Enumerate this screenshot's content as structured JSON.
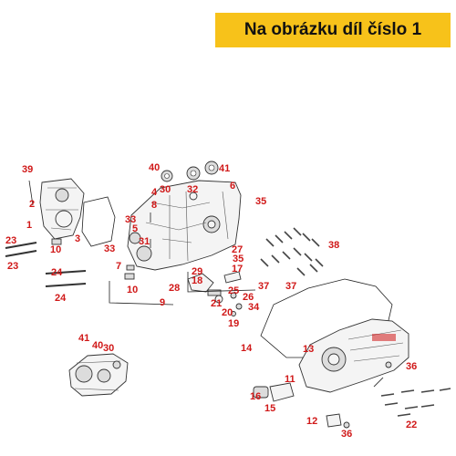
{
  "banner": {
    "text": "Na obrázku díl číslo 1"
  },
  "colors": {
    "banner_bg": "#f7c21a",
    "callout": "#d01818"
  },
  "callouts": [
    {
      "id": "c39",
      "text": "39"
    },
    {
      "id": "c2",
      "text": "2"
    },
    {
      "id": "c1",
      "text": "1"
    },
    {
      "id": "c10a",
      "text": "10"
    },
    {
      "id": "c3",
      "text": "3"
    },
    {
      "id": "c23a",
      "text": "23"
    },
    {
      "id": "c23b",
      "text": "23"
    },
    {
      "id": "c24a",
      "text": "24"
    },
    {
      "id": "c24b",
      "text": "24"
    },
    {
      "id": "c40a",
      "text": "40"
    },
    {
      "id": "c30a",
      "text": "30"
    },
    {
      "id": "c41a",
      "text": "41"
    },
    {
      "id": "c32",
      "text": "32"
    },
    {
      "id": "c4",
      "text": "4"
    },
    {
      "id": "c6",
      "text": "6"
    },
    {
      "id": "c8",
      "text": "8"
    },
    {
      "id": "c33a",
      "text": "33"
    },
    {
      "id": "c5",
      "text": "5"
    },
    {
      "id": "c33b",
      "text": "33"
    },
    {
      "id": "c31",
      "text": "31"
    },
    {
      "id": "c35a",
      "text": "35"
    },
    {
      "id": "c38",
      "text": "38"
    },
    {
      "id": "c27",
      "text": "27"
    },
    {
      "id": "c35b",
      "text": "35"
    },
    {
      "id": "c17",
      "text": "17"
    },
    {
      "id": "c7",
      "text": "7"
    },
    {
      "id": "c10b",
      "text": "10"
    },
    {
      "id": "c29",
      "text": "29"
    },
    {
      "id": "c18",
      "text": "18"
    },
    {
      "id": "c28",
      "text": "28"
    },
    {
      "id": "c9",
      "text": "9"
    },
    {
      "id": "c37a",
      "text": "37"
    },
    {
      "id": "c37b",
      "text": "37"
    },
    {
      "id": "c25",
      "text": "25"
    },
    {
      "id": "c26",
      "text": "26"
    },
    {
      "id": "c21",
      "text": "21"
    },
    {
      "id": "c34",
      "text": "34"
    },
    {
      "id": "c20",
      "text": "20"
    },
    {
      "id": "c19",
      "text": "19"
    },
    {
      "id": "c41b",
      "text": "41"
    },
    {
      "id": "c40b",
      "text": "40"
    },
    {
      "id": "c30b",
      "text": "30"
    },
    {
      "id": "c14",
      "text": "14"
    },
    {
      "id": "c13",
      "text": "13"
    },
    {
      "id": "c11",
      "text": "11"
    },
    {
      "id": "c36a",
      "text": "36"
    },
    {
      "id": "c16",
      "text": "16"
    },
    {
      "id": "c15",
      "text": "15"
    },
    {
      "id": "c12",
      "text": "12"
    },
    {
      "id": "c36b",
      "text": "36"
    },
    {
      "id": "c22",
      "text": "22"
    }
  ]
}
